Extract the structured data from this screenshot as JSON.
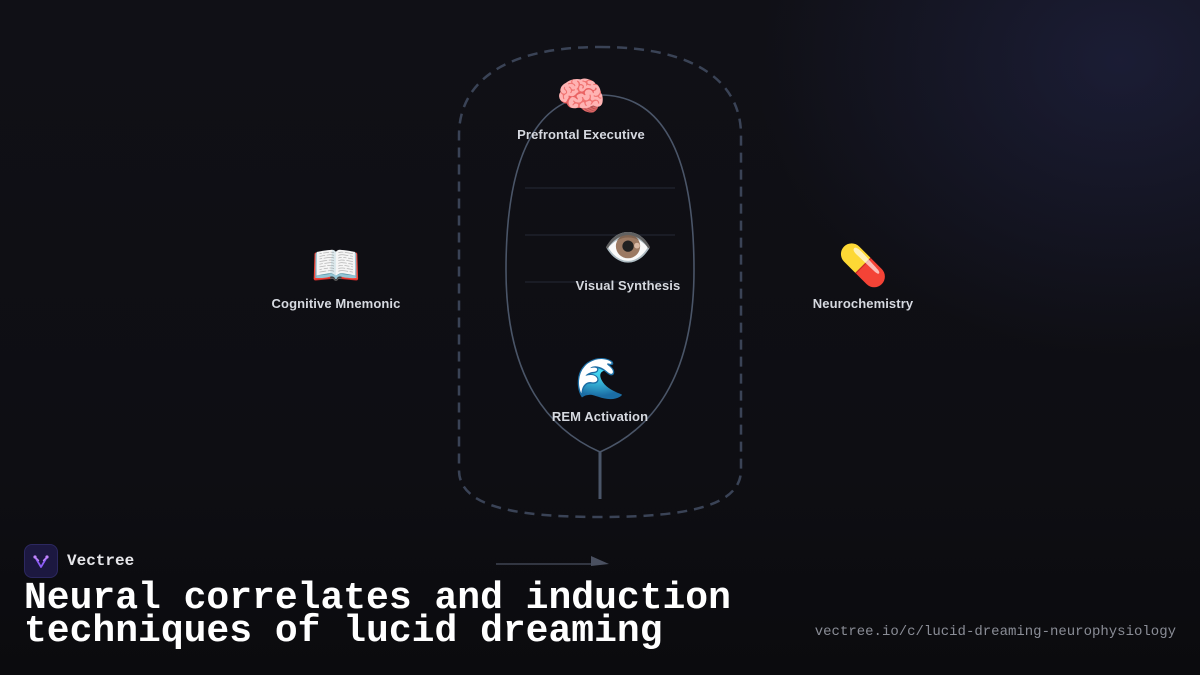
{
  "diagram": {
    "nodes": {
      "prefrontal": {
        "icon": "🧠",
        "icon_name": "brain-icon",
        "label": "Prefrontal Executive"
      },
      "visual": {
        "icon": "👁️",
        "icon_name": "eye-icon",
        "label": "Visual Synthesis"
      },
      "rem": {
        "icon": "🌊",
        "icon_name": "wave-icon",
        "label": "REM Activation"
      },
      "cognitive": {
        "icon": "📖",
        "icon_name": "open-book-icon",
        "label": "Cognitive Mnemonic"
      },
      "neuro": {
        "icon": "💊",
        "icon_name": "pill-icon",
        "label": "Neurochemistry"
      }
    }
  },
  "brand": {
    "name": "Vectree",
    "logo_icon": "vectree-logo-icon",
    "logo_color": "#1c1840",
    "accent": "#8b5cf6"
  },
  "title": "Neural correlates and induction techniques of lucid dreaming",
  "url": "vectree.io/c/lucid-dreaming-neurophysiology"
}
